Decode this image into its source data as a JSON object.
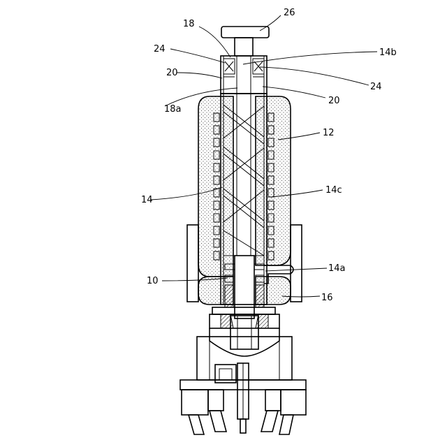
{
  "figure": {
    "labels": [
      {
        "id": "l26",
        "text": "26"
      },
      {
        "id": "l18",
        "text": "18"
      },
      {
        "id": "l24a",
        "text": "24"
      },
      {
        "id": "l14b",
        "text": "14b"
      },
      {
        "id": "l24b",
        "text": "24"
      },
      {
        "id": "l20a",
        "text": "20"
      },
      {
        "id": "l18a",
        "text": "18a"
      },
      {
        "id": "l20b",
        "text": "20"
      },
      {
        "id": "l12",
        "text": "12"
      },
      {
        "id": "l14",
        "text": "14"
      },
      {
        "id": "l14c",
        "text": "14c"
      },
      {
        "id": "l14a",
        "text": "14a"
      },
      {
        "id": "l10",
        "text": "10"
      },
      {
        "id": "l16",
        "text": "16"
      }
    ]
  }
}
